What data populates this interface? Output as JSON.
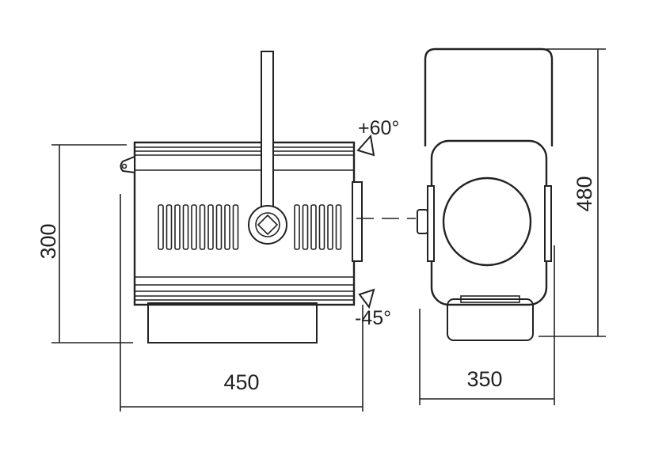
{
  "angles": {
    "up": "+60°",
    "down": "-45°"
  },
  "dimensions": {
    "side_height": "300",
    "side_length": "450",
    "front_width": "350",
    "front_height": "480"
  },
  "colors": {
    "line": "#222222",
    "background": "#ffffff"
  }
}
